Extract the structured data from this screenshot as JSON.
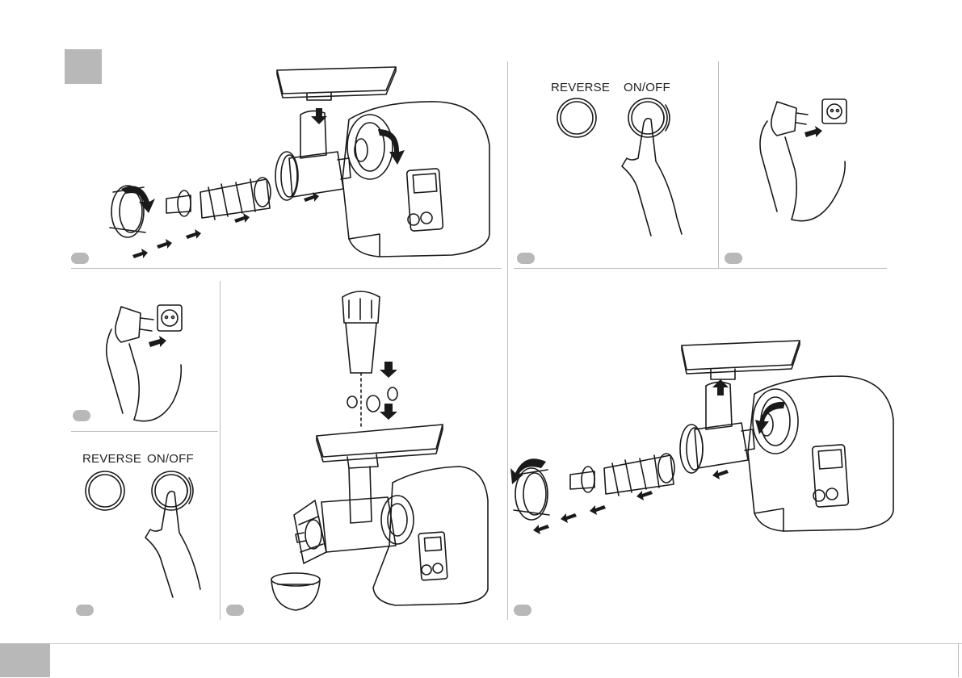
{
  "panels": {
    "top_right_buttons": {
      "reverse_label": "REVERSE",
      "onoff_label": "ON/OFF"
    },
    "bottom_left_buttons": {
      "reverse_label": "REVERSE",
      "onoff_label": "ON/OFF"
    }
  },
  "colors": {
    "badge": "#b8b8b8",
    "divider": "#bdbdbd",
    "line_art": "#1a1a1a"
  },
  "icons": [
    "power-plug-icon",
    "wall-socket-icon",
    "hand-icon",
    "arrow-icon",
    "meat-grinder-icon",
    "bowl-icon"
  ]
}
